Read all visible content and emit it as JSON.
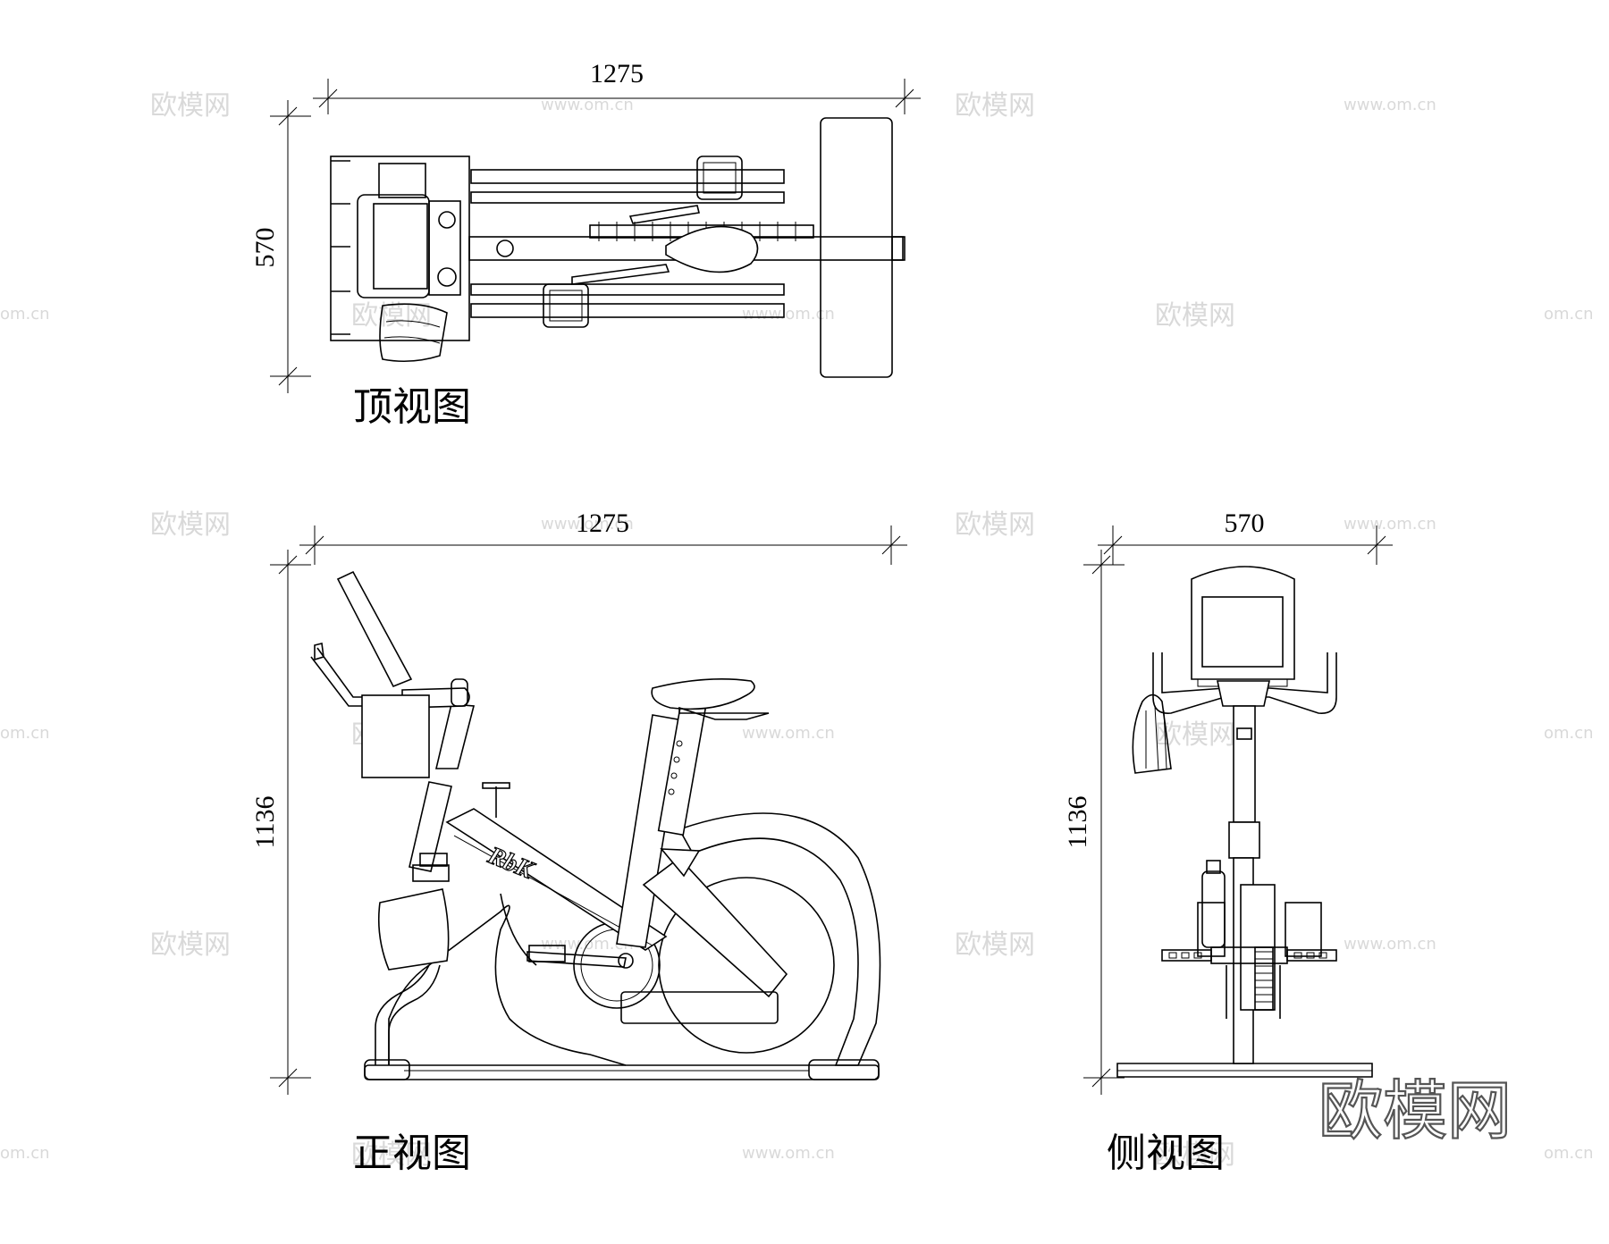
{
  "views": {
    "top": {
      "caption": "顶视图",
      "width_label": "1275",
      "depth_label": "570"
    },
    "front": {
      "caption": "正视图",
      "width_label": "1275",
      "height_label": "1136",
      "brand_mark": "RbK"
    },
    "side": {
      "caption": "侧视图",
      "width_label": "570",
      "height_label": "1136"
    }
  },
  "watermarks": {
    "brand": "欧模网",
    "url": "www.om.cn",
    "url_short": "om.cn"
  },
  "logo": {
    "text": "欧模网"
  }
}
